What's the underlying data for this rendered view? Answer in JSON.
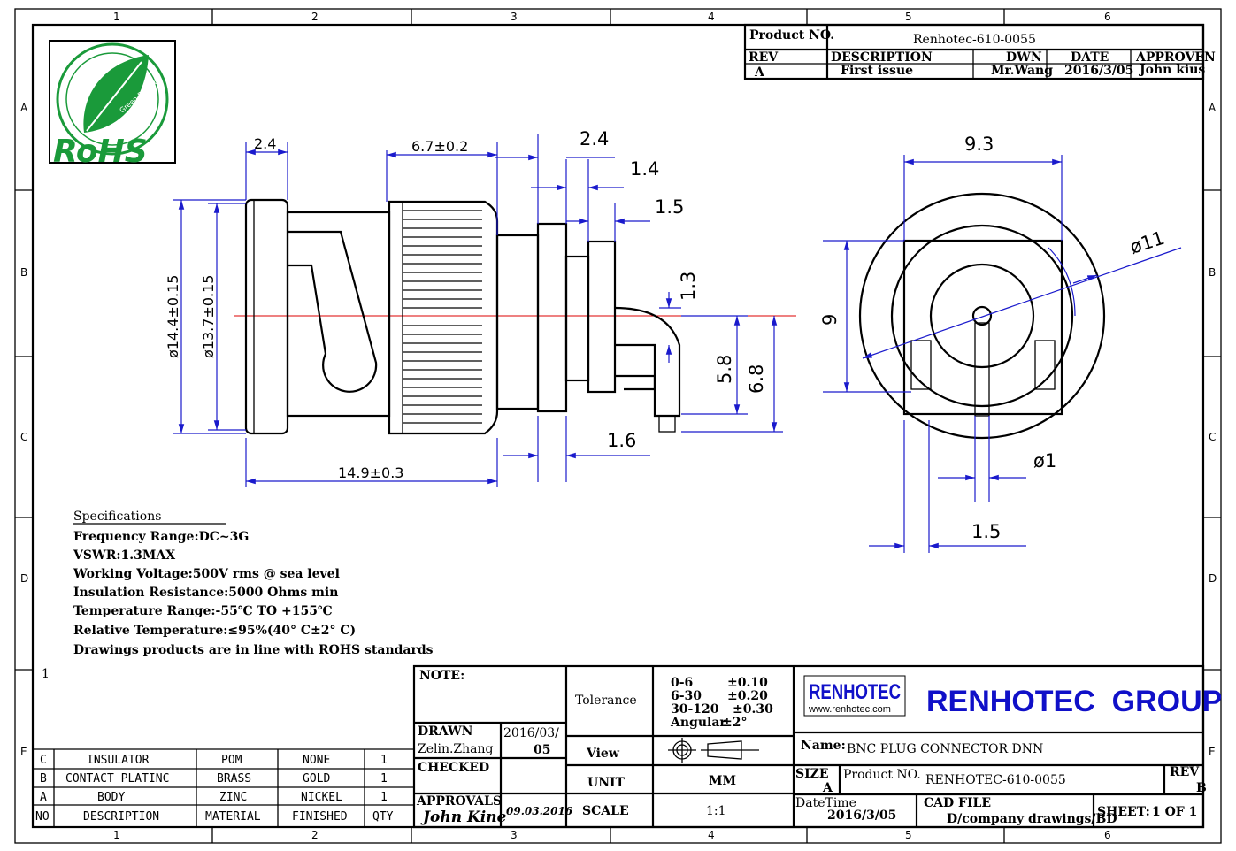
{
  "grid": {
    "columns": [
      "1",
      "2",
      "3",
      "4",
      "5",
      "6"
    ],
    "rows": [
      "A",
      "B",
      "C",
      "D",
      "E"
    ]
  },
  "revision_block": {
    "product_no_label": "Product NO.",
    "product_no": "Renhotec-610-0055",
    "headers": [
      "REV",
      "DESCRIPTION",
      "DWN",
      "DATE",
      "APPROVEN"
    ],
    "row": [
      "A",
      "First issue",
      "Mr.Wang",
      "2016/3/05",
      "John kius"
    ]
  },
  "logo": {
    "text": "RoHS",
    "subtext": "Green Product"
  },
  "dimensions": {
    "d_2_4_top": "2.4",
    "d_6_7": "6.7±0.2",
    "d_2_4": "2.4",
    "d_1_4": "1.4",
    "d_1_5": "1.5",
    "d_1_3": "1.3",
    "d_5_8": "5.8",
    "d_6_8": "6.8",
    "d_1_6": "1.6",
    "d_14_9": "14.9±0.3",
    "d_dia14_4": "ø14.4±0.15",
    "d_dia13_7": "ø13.7±0.15",
    "d_9_3": "9.3",
    "d_9": "9",
    "d_dia11": "ø11",
    "d_dia1": "ø1",
    "d_1_5_front": "1.5"
  },
  "specifications": {
    "title": "Specifications",
    "lines": [
      "Frequency Range:DC~3G",
      "VSWR:1.3MAX",
      "Working Voltage:500V rms @ sea level",
      "Insulation Resistance:5000 Ohms min",
      "Temperature Range:-55℃ TO +155℃",
      "Relative Temperature:≤95%(40° C±2° C)",
      "Drawings products are in line with ROHS standards"
    ]
  },
  "bom": {
    "item_marker": "1",
    "rows": [
      [
        "C",
        "INSULATOR",
        "POM",
        "NONE",
        "1"
      ],
      [
        "B",
        "CONTACT PLATINC",
        "BRASS",
        "GOLD",
        "1"
      ],
      [
        "A",
        "BODY",
        "ZINC",
        "NICKEL",
        "1"
      ]
    ],
    "headers": [
      "NO",
      "DESCRIPTION",
      "MATERIAL",
      "FINISHED",
      "QTY"
    ]
  },
  "title_block": {
    "note_label": "NOTE:",
    "drawn_label": "DRAWN",
    "drawn_by": "Zelin.Zhang",
    "drawn_date_1": "2016/03/",
    "drawn_date_2": "05",
    "checked_label": "CHECKED",
    "approvals_label": "APPROVALS",
    "approvals_signature": "John Kine",
    "approvals_date": "09.03.2016",
    "tolerance_label": "Tolerance",
    "tolerances": [
      [
        "0-6",
        "±0.10"
      ],
      [
        "6-30",
        "±0.20"
      ],
      [
        "30-120",
        "±0.30"
      ],
      [
        "Angular",
        "±2°"
      ]
    ],
    "view_label": "View",
    "unit_label": "UNIT",
    "unit_value": "MM",
    "scale_label": "SCALE",
    "scale_value": "1:1",
    "brand_logo": "RENHOTEC",
    "brand_url": "www.renhotec.com",
    "company": "RENHOTEC  GROUP",
    "name_label": "Name:",
    "name_value": "BNC PLUG CONNECTOR DNN",
    "size_label": "SIZE",
    "size_value": "A",
    "product_no_label": "Product NO.",
    "product_no": "RENHOTEC-610-0055",
    "rev_label": "REV",
    "rev_value": "B",
    "datetime_label": "DateTime",
    "datetime_value": "2016/3/05",
    "cad_label": "CAD FILE",
    "cad_value": "D/company drawings/BD",
    "sheet_label": "SHEET:",
    "sheet_value": "1 OF 1"
  },
  "colors": {
    "dimension": "#1a1acc",
    "centerline": "#dd0000",
    "brand_blue": "#1010c8",
    "brand_red": "#e01010",
    "logo_green": "#1a9a3a"
  }
}
